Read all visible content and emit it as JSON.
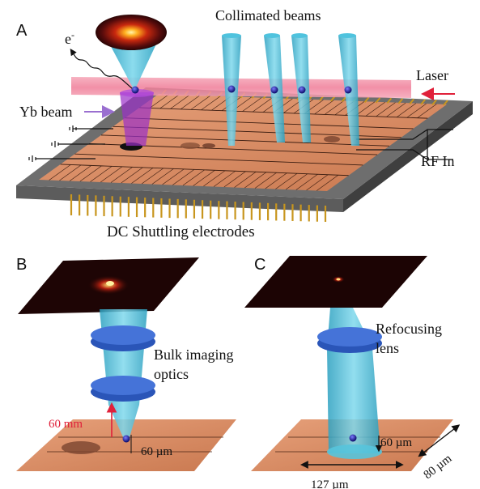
{
  "panels": {
    "a": {
      "letter": "A",
      "electron_symbol": "e",
      "electron_sup": "-",
      "collimated_beams": "Collimated beams",
      "laser": "Laser",
      "yb_beam": "Yb beam",
      "rf_in": "RF In",
      "dc_electrodes": "DC Shuttling electrodes"
    },
    "b": {
      "letter": "B",
      "optics_line1": "Bulk imaging",
      "optics_line2": "optics",
      "distance": "60 mm",
      "spot": "60 µm"
    },
    "c": {
      "letter": "C",
      "lens_line1": "Refocusing",
      "lens_line2": "lens",
      "spot": "60 µm",
      "width": "80 µm",
      "length": "127 µm"
    }
  },
  "colors": {
    "chip_copper": "#d98f66",
    "chip_edge": "#5f5f5f",
    "beam_cyan": "#3fb7d3",
    "laser_pink": "#f08aa0",
    "yb_purple": "#9a2fc7",
    "pin_gold": "#c8961e",
    "ion_blue": "#1a1a8a",
    "arrow_red": "#e0203a",
    "lens_blue": "#2f5fc8"
  }
}
